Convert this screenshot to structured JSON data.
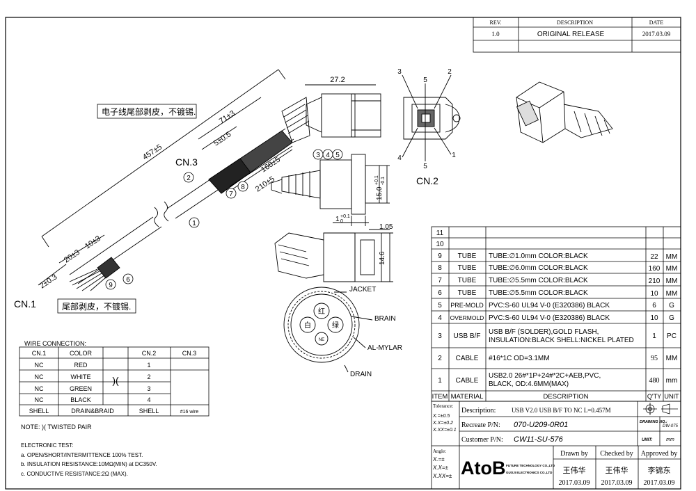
{
  "revision_block": {
    "headers": {
      "rev": "REV.",
      "description": "DESCRIPTION",
      "date": "DATE"
    },
    "rows": [
      {
        "rev": "1.0",
        "description": "ORIGINAL RELEASE",
        "date": "2017.03.09"
      }
    ]
  },
  "drawing_notes": {
    "cn1_label": "CN.1",
    "cn2_label": "CN.2",
    "cn3_label": "CN.3",
    "note_strip_end": "电子线尾部剥皮，不镀锡.",
    "note_strip_tail": "尾部剥皮，不镀锡.",
    "dims": {
      "total_len": "457±5",
      "d71": "71±3",
      "d5": "5±0.5",
      "d160": "160±5",
      "d210": "210±5",
      "d20": "20±3",
      "d10": "10±3",
      "d2": "2±0.3",
      "d27_2": "27.2",
      "d15": "15.0",
      "d15_tol_top": "+0.1",
      "d15_tol_bot": "-0.1",
      "d1": "1",
      "d1_tol_top": "+0.1",
      "d1_tol_bot": "0",
      "d1_05": "1.05",
      "d14_6": "14.6"
    },
    "balloons": {
      "b1": "1",
      "b2": "2",
      "b3": "3",
      "b4": "4",
      "b5": "5",
      "b6": "6",
      "b7": "7",
      "b8": "8",
      "b9": "9"
    },
    "pin_labels": {
      "p1": "1",
      "p2": "2",
      "p3": "3",
      "p4": "4",
      "p5_top": "5",
      "p5_bot": "5"
    },
    "cross_section": {
      "jacket": "JACKET",
      "brain": "BRAIN",
      "al_mylar": "AL-MYLAR",
      "drain": "DRAIN",
      "wire_red": "红",
      "wire_white": "白",
      "wire_green": "绿",
      "wire_bare": "NE"
    }
  },
  "wire_connection": {
    "title": "WIRE CONNECTION:",
    "headers": [
      "CN.1",
      "COLOR",
      "",
      "CN.2",
      "CN.3"
    ],
    "rows": [
      {
        "cn1": "NC",
        "color": "RED",
        "cn2": "1"
      },
      {
        "cn1": "NC",
        "color": "WHITE",
        "cn2": "2"
      },
      {
        "cn1": "NC",
        "color": "GREEN",
        "cn2": "3"
      },
      {
        "cn1": "NC",
        "color": "BLACK",
        "cn2": "4"
      },
      {
        "cn1": "SHELL",
        "color": "DRAIN&BRAID",
        "cn2": "SHELL"
      }
    ],
    "twist_symbol": ")(",
    "cn3_note": "#16 wire",
    "note": "NOTE: )( TWISTED PAIR"
  },
  "electronic_test": {
    "title": "ELECTRONIC TEST:",
    "items": [
      "a. OPEN/SHORT/INTERMITTENCE 100% TEST.",
      "b. INSULATION RESISTANCE:10MΩ(MIN) at DC350V.",
      "c. CONDUCTIVE RESISTANCE:2Ω (MAX)."
    ]
  },
  "bom": {
    "headers": [
      "ITEM",
      "MATERIAL",
      "DESCRIPTION",
      "Q'TY",
      "UNIT"
    ],
    "rows": [
      {
        "item": "11",
        "material": "",
        "description": "",
        "qty": "",
        "unit": ""
      },
      {
        "item": "10",
        "material": "",
        "description": "",
        "qty": "",
        "unit": ""
      },
      {
        "item": "9",
        "material": "TUBE",
        "description": "TUBE:∅1.0mm COLOR:BLACK",
        "qty": "22",
        "unit": "MM"
      },
      {
        "item": "8",
        "material": "TUBE",
        "description": "TUBE:∅6.0mm COLOR:BLACK",
        "qty": "160",
        "unit": "MM"
      },
      {
        "item": "7",
        "material": "TUBE",
        "description": "TUBE:∅5.5mm COLOR:BLACK",
        "qty": "210",
        "unit": "MM"
      },
      {
        "item": "6",
        "material": "TUBE",
        "description": "TUBE:∅5.5mm COLOR:BLACK",
        "qty": "10",
        "unit": "MM"
      },
      {
        "item": "5",
        "material": "PRE-MOLD",
        "description": "PVC:S-60 UL94 V-0 (E320386)  BLACK",
        "qty": "6",
        "unit": "G"
      },
      {
        "item": "4",
        "material": "OVERMOLD",
        "description": "PVC:S-60 UL94 V-0 (E320386)  BLACK",
        "qty": "10",
        "unit": "G"
      },
      {
        "item": "3",
        "material": "USB B/F",
        "description": "USB B/F (SOLDER),GOLD FLASH,",
        "description2": "INSULATION:BLACK SHELL:NICKEL PLATED",
        "qty": "1",
        "unit": "PC"
      },
      {
        "item": "2",
        "material": "CABLE",
        "description": "#16*1C OD=3.1MM",
        "qty": "95",
        "unit": "MM"
      },
      {
        "item": "1",
        "material": "CABLE",
        "description": "USB2.0 26#*1P+24#*2C+AEB,PVC,",
        "description2": "BLACK, OD:4.6MM(MAX)",
        "qty": "480",
        "unit": "mm"
      }
    ]
  },
  "title_block": {
    "tolerance_label": "Tolerance:",
    "tol": [
      "X.=±0.5",
      "X.X=±0.2",
      "X.XX=±0.1"
    ],
    "angle_label": "Angle:",
    "angle": [
      "X.=±",
      "X.X=±",
      "X.XX=±"
    ],
    "description_label": "Description:",
    "description": "USB V2.0  USB B/F TO NC L=0.457M",
    "recreate_label": "Recreate P/N:",
    "recreate_pn": "070-U209-0R01",
    "customer_label": "Customer P/N:",
    "customer_pn": "CW11-SU-576",
    "drawing_no_label": "DRAWING NO.:",
    "drawing_no": "DW-075",
    "unit_label": "UNIT:",
    "unit": "mm",
    "logo": "AtoB",
    "company1": "FUTURE TECHNOLOGY CO.,LTD",
    "company2": "GUOJI ELECTRONICS CO.,LTD",
    "drawn_by_label": "Drawn by",
    "checked_by_label": "Checked by",
    "approved_by_label": "Approved by",
    "drawn_by": "王伟华",
    "checked_by": "王伟华",
    "approved_by": "李锦东",
    "drawn_date": "2017.03.09",
    "checked_date": "2017.03.09",
    "approved_date": "2017.03.09"
  }
}
